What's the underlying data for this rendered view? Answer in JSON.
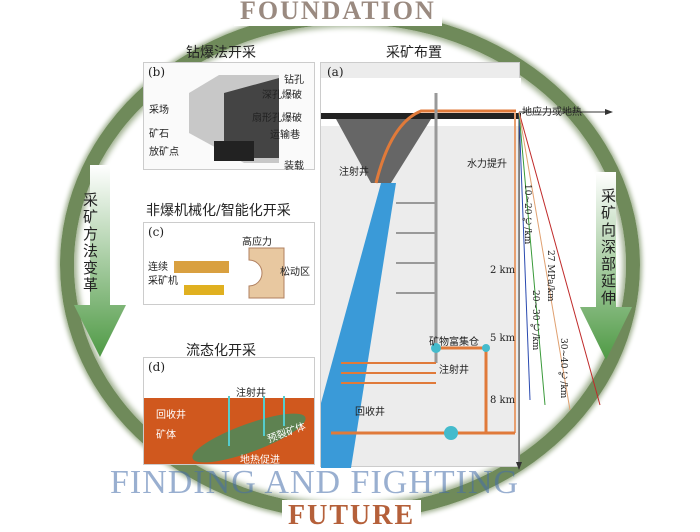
{
  "header": {
    "top": "FOUNDATION",
    "bottom": "FUTURE",
    "watermark": "FINDING AND FIGHTING"
  },
  "left_arrow": {
    "label": "采矿方法变革"
  },
  "right_arrow": {
    "label": "采矿向深部延伸"
  },
  "panel_b": {
    "title": "钻爆法开采",
    "tag": "(b)",
    "labels": [
      "钻孔",
      "深孔爆破",
      "扇形孔爆破",
      "运输巷",
      "装载",
      "采场",
      "矿石",
      "放矿点"
    ]
  },
  "panel_c": {
    "title": "非爆机械化/智能化开采",
    "tag": "(c)",
    "labels": [
      "高应力",
      "连续",
      "采矿机",
      "松动区"
    ]
  },
  "panel_d": {
    "title": "流态化开采",
    "tag": "(d)",
    "labels": [
      "注射井",
      "回收井",
      "矿体",
      "预裂矿体",
      "地热促进"
    ]
  },
  "panel_a": {
    "title": "采矿布置",
    "tag": "(a)",
    "labels": {
      "stress_heat": "地应力或地热",
      "injection_top": "注射井",
      "hydraulic": "水力提升",
      "enrich": "矿物富集仓",
      "injection_mid": "注射井",
      "recovery": "回收井"
    },
    "depths": [
      "2 km",
      "5 km",
      "8 km"
    ],
    "gradients": [
      "10~20 ℃/km",
      "27 MPa/km",
      "20~30 ℃/km",
      "30~40 ℃/km"
    ]
  },
  "colors": {
    "ring": "#6f8a5a",
    "arrow": "#4f9a45",
    "orange": "#e07a3a",
    "blue": "#3a9ad8",
    "future": "#b5603a",
    "foundation": "#9a8a80"
  }
}
